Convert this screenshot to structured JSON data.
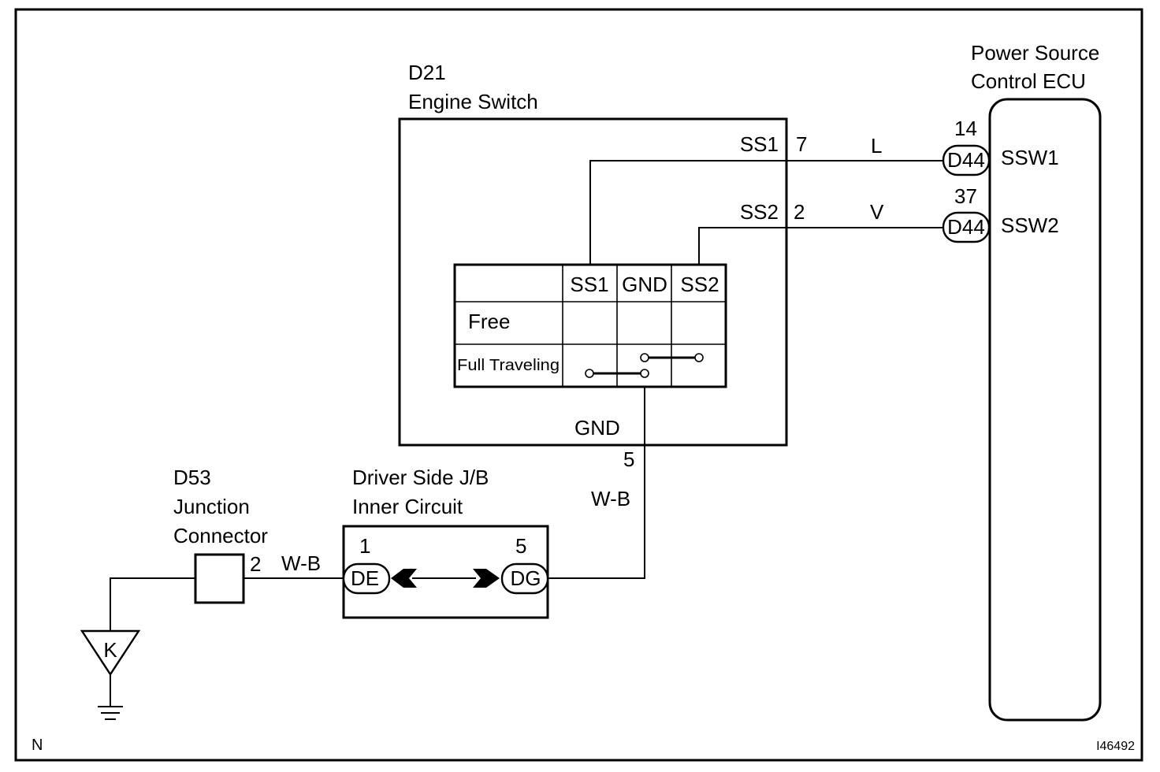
{
  "engine_switch": {
    "ref": "D21",
    "name": "Engine Switch",
    "pin_ss1_label": "SS1",
    "pin_ss1_num": "7",
    "pin_ss2_label": "SS2",
    "pin_ss2_num": "2",
    "gnd_label": "GND",
    "gnd_pin": "5",
    "table": {
      "headers": [
        "SS1",
        "GND",
        "SS2"
      ],
      "rows": [
        "Free",
        "Full Traveling"
      ]
    }
  },
  "ecu": {
    "title_line1": "Power Source",
    "title_line2": "Control ECU",
    "ssw1_pin": "14",
    "ssw1_conn": "D44",
    "ssw1_label": "SSW1",
    "ssw2_pin": "37",
    "ssw2_conn": "D44",
    "ssw2_label": "SSW2"
  },
  "wires": {
    "ss1_color": "L",
    "ss2_color": "V",
    "gnd_color": "W-B",
    "junction_color": "W-B"
  },
  "junction_box": {
    "title_line1": "Driver Side J/B",
    "title_line2": "Inner Circuit",
    "left_pin": "1",
    "left_conn": "DE",
    "right_pin": "5",
    "right_conn": "DG"
  },
  "junction_connector": {
    "ref": "D53",
    "line1": "Junction",
    "line2": "Connector",
    "pin": "2"
  },
  "ground": {
    "label": "K"
  },
  "footer": {
    "left": "N",
    "right": "I46492"
  }
}
